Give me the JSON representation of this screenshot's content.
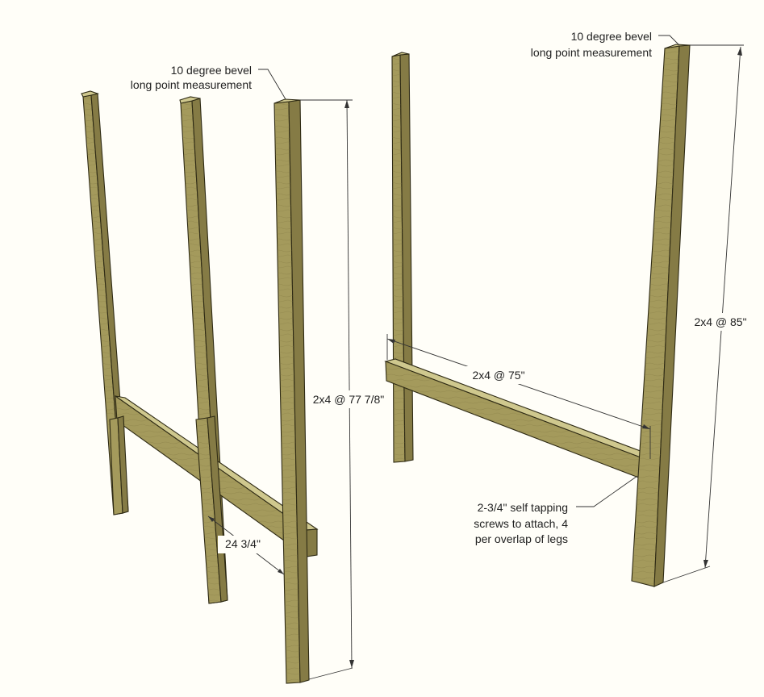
{
  "labels": {
    "bevel_left_line1": "10 degree bevel",
    "bevel_left_line2": "long point measurement",
    "bevel_right_line1": "10 degree bevel",
    "bevel_right_line2": "long point measurement",
    "leg_left": "2x4 @ 77 7/8\"",
    "leg_right": "2x4 @ 85\"",
    "rail_right": "2x4 @ 75\"",
    "spacing_left": "24 3/4\"",
    "screws_line1": "2-3/4\" self tapping",
    "screws_line2": "screws to attach, 4",
    "screws_line3": "per overlap of legs"
  },
  "colors": {
    "wood_front": "#a49a5c",
    "wood_side": "#857b45",
    "wood_top": "#cfc88e",
    "wood_grain": "#7e7440",
    "background": "#fffef8"
  }
}
